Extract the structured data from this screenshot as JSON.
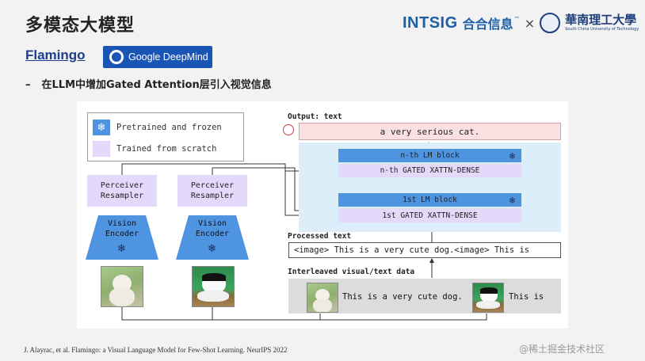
{
  "header": {
    "title": "多模态大模型",
    "intsig": "INTSIG",
    "intsig_cn": "合合信息",
    "intsig_tm": "™",
    "times": "×",
    "scut_cn": "華南理工大學",
    "scut_en": "South China University of Technology"
  },
  "subtitle": {
    "flamingo": "Flamingo",
    "deepmind": "Google DeepMind",
    "bullet_dash": "–",
    "bullet": "在LLM中增加Gated Attention层引入视觉信息"
  },
  "diagram": {
    "legend_frozen": "Pretrained and frozen",
    "legend_trained": "Trained from scratch",
    "output_label": "Output: text",
    "output_text": "a very serious cat.",
    "n_lm_block": "n-th LM block",
    "n_gated": "n-th GATED XATTN-DENSE",
    "first_lm_block": "1st LM block",
    "first_gated": "1st GATED XATTN-DENSE",
    "perceiver1": "Perceiver\nResampler",
    "perceiver2": "Perceiver\nResampler",
    "vision1": "Vision\nEncoder",
    "vision2": "Vision\nEncoder",
    "processed_label": "Processed text",
    "processed_text": "<image> This is a very cute dog.<image> This is",
    "interleaved_label": "Interleaved visual/text data",
    "interleaved_text1": "This is a very cute dog.",
    "interleaved_text2": "This is",
    "snowflake": "❄"
  },
  "footer": {
    "citation": "J. Alayrac, et al. Flamingo: a Visual Language Model for Few-Shot Learning. NeurIPS 2022",
    "watermark": "@稀土掘金技术社区"
  },
  "colors": {
    "frozen_blue": "#4f94e0",
    "trained_purple": "#e5d9fb",
    "lm_panel": "#dbeefa",
    "output_pink": "#fbe0e2"
  }
}
